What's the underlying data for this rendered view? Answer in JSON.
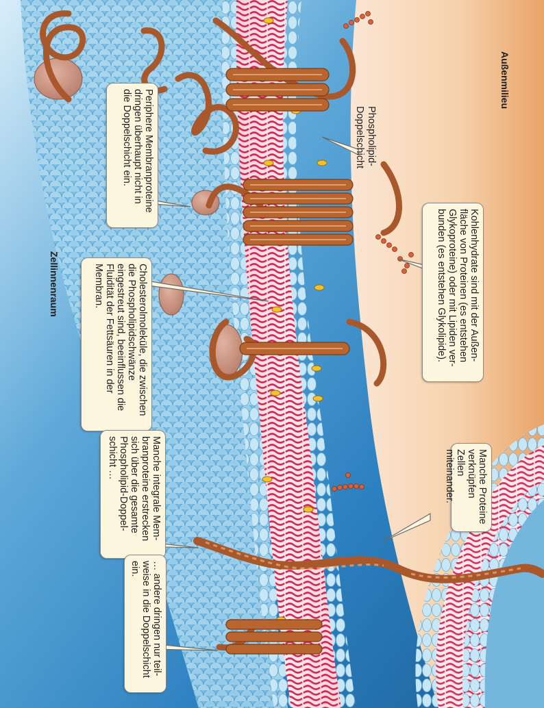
{
  "regions": {
    "outside": "Außenmilieu",
    "inside": "Zellinnenraum"
  },
  "labels": {
    "bilayer": "Phospholipid-\nDoppelschicht",
    "carbohydrates": "Kohlenhydrate sind mit der Außen-\nfläche von Proteinen (es entstehen\nGlykoproteine) oder mit Lipiden ver-\nbunden (es entstehen Glykolipide).",
    "linking_proteins": "Manche Proteine\nverknüpfen Zellen\nmiteinander.",
    "peripheral": "Periphere Membranproteine\ndringen überhaupt nicht in\ndie Doppelschicht ein.",
    "cholesterol": "Cholesterolmoleküle, die zwischen\ndie Phospholipidschwänze\neingestreut sind, beeinflussen die\nFluidität der Fettsäuren in der\nMembran.",
    "integral_span": "Manche integrale Mem-\nbranproteine erstrecken\nsich über die gesamte\nPhospholipid-Doppel-\nschicht …",
    "integral_partial": "… andere dringen nur teil-\nweise in die Doppelschicht\nein."
  },
  "colors": {
    "outside": "#f3c89e",
    "inside": "#2f86c4",
    "head": "#bfe0f2",
    "tail": "#d9234e",
    "protein": "#a85a2e",
    "box": "#fdf6de"
  }
}
